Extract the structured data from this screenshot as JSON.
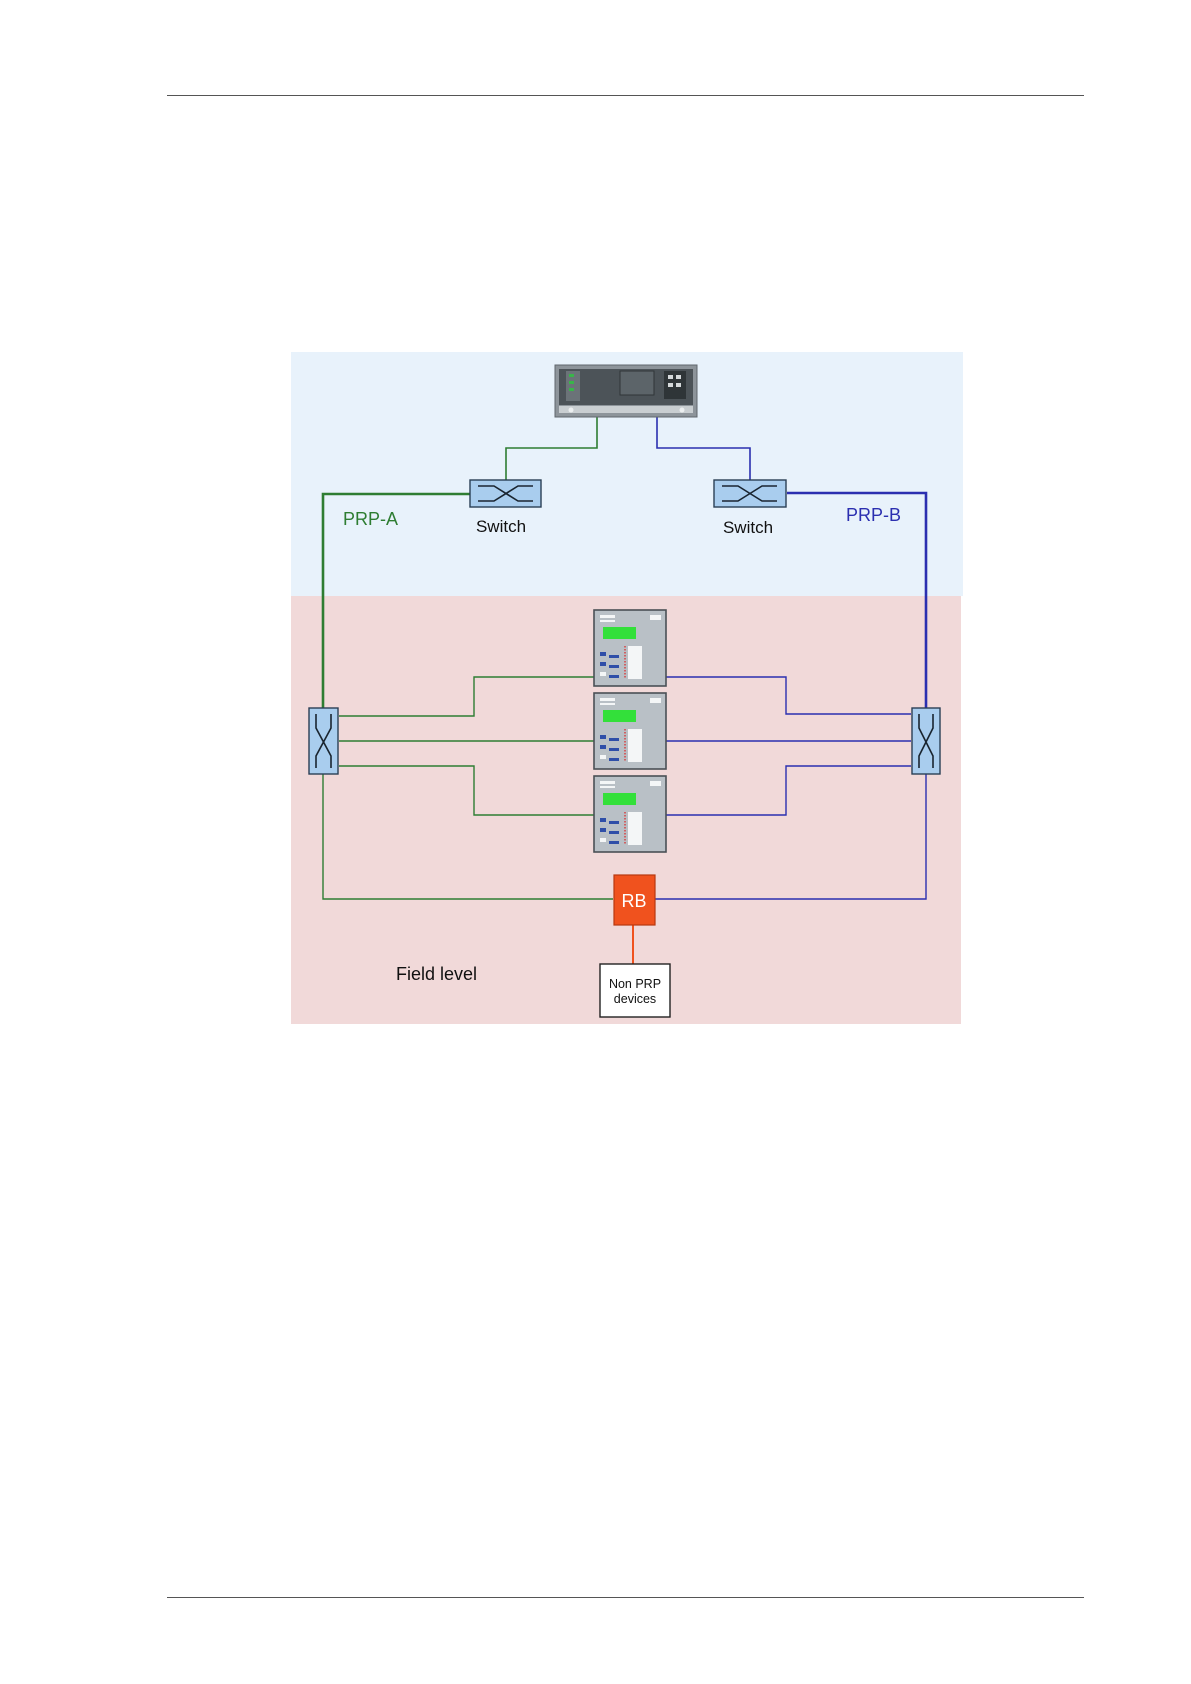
{
  "labels": {
    "network_a": "PRP-A",
    "network_b": "PRP-B",
    "switch_left": "Switch",
    "switch_right": "Switch",
    "redbox": "RB",
    "non_prp_line1": "Non PRP",
    "non_prp_line2": "devices",
    "zone_field": "Field level"
  },
  "colors": {
    "station_zone": "#e8f2fb",
    "field_zone": "#f1d9d9",
    "network_a": "#2e7d32",
    "network_b": "#2b2fb0",
    "redbox": "#f0521e",
    "switch_fill": "#a9cdee",
    "device_body": "#b9c0c6",
    "device_screen": "#33e03a"
  },
  "icons": {
    "station_device": "station-controller-icon",
    "switch": "ethernet-switch-icon",
    "bay_device": "protection-relay-icon"
  }
}
